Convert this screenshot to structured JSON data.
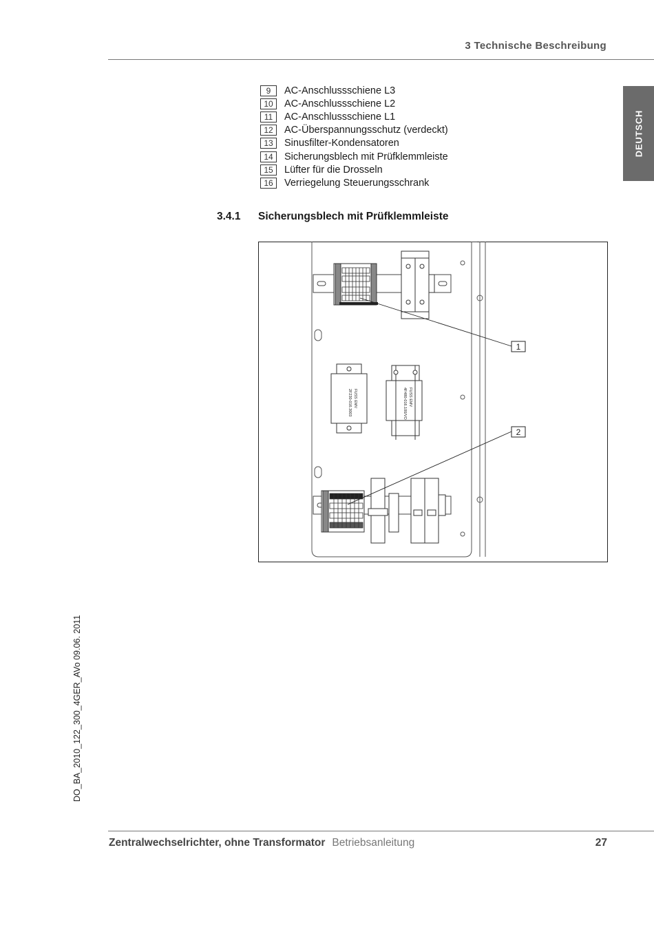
{
  "header": {
    "section_title": "3 Technische Beschreibung"
  },
  "language_tab": "DEUTSCH",
  "legend": [
    {
      "num": "9",
      "label": "AC-Anschlussschiene L3"
    },
    {
      "num": "10",
      "label": "AC-Anschlussschiene L2"
    },
    {
      "num": "11",
      "label": "AC-Anschlussschiene L1"
    },
    {
      "num": "12",
      "label": "AC-Überspannungsschutz (verdeckt)"
    },
    {
      "num": "13",
      "label": "Sinusfilter-Kondensatoren"
    },
    {
      "num": "14",
      "label": "Sicherungsblech mit Prüfklemmleiste"
    },
    {
      "num": "15",
      "label": "Lüfter für die Drosseln"
    },
    {
      "num": "16",
      "label": "Verriegelung Steuerungsschrank"
    }
  ],
  "section": {
    "number": "3.4.1",
    "title": "Sicherungsblech mit Prüfklemmleiste"
  },
  "figure": {
    "callouts": [
      "1",
      "2"
    ],
    "component_labels": [
      "FUSS EMV",
      "2F230-016.3003",
      "FUSS EMV",
      "4F480-016.100/VO"
    ]
  },
  "side_note": "DO_BA_2010_122_300_4GER_AVo   09.06. 2011",
  "footer": {
    "title": "Zentralwechselrichter, ohne Transformator",
    "subtitle": "Betriebsanleitung",
    "page": "27"
  }
}
